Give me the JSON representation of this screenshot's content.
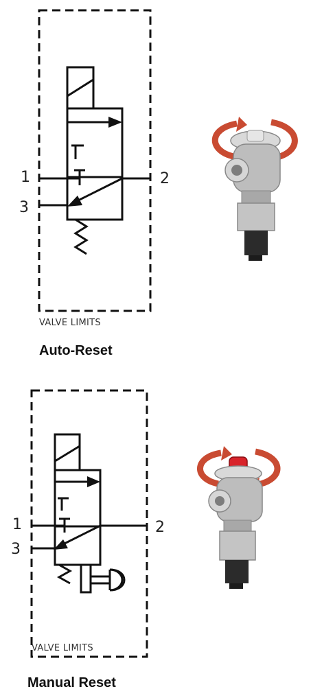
{
  "auto": {
    "port1": "1",
    "port2": "2",
    "port3": "3",
    "limits_label": "VALVE LIMITS",
    "caption": "Auto-Reset"
  },
  "manual": {
    "port1": "1",
    "port2": "2",
    "port3": "3",
    "limits_label": "VALVE LIMITS",
    "caption": "Manual Reset"
  },
  "colors": {
    "line": "#111111",
    "arrow_red": "#c94b32",
    "button_red": "#d8232a",
    "valve_body": "#c9c9c9",
    "valve_dark": "#2b2b2b"
  }
}
